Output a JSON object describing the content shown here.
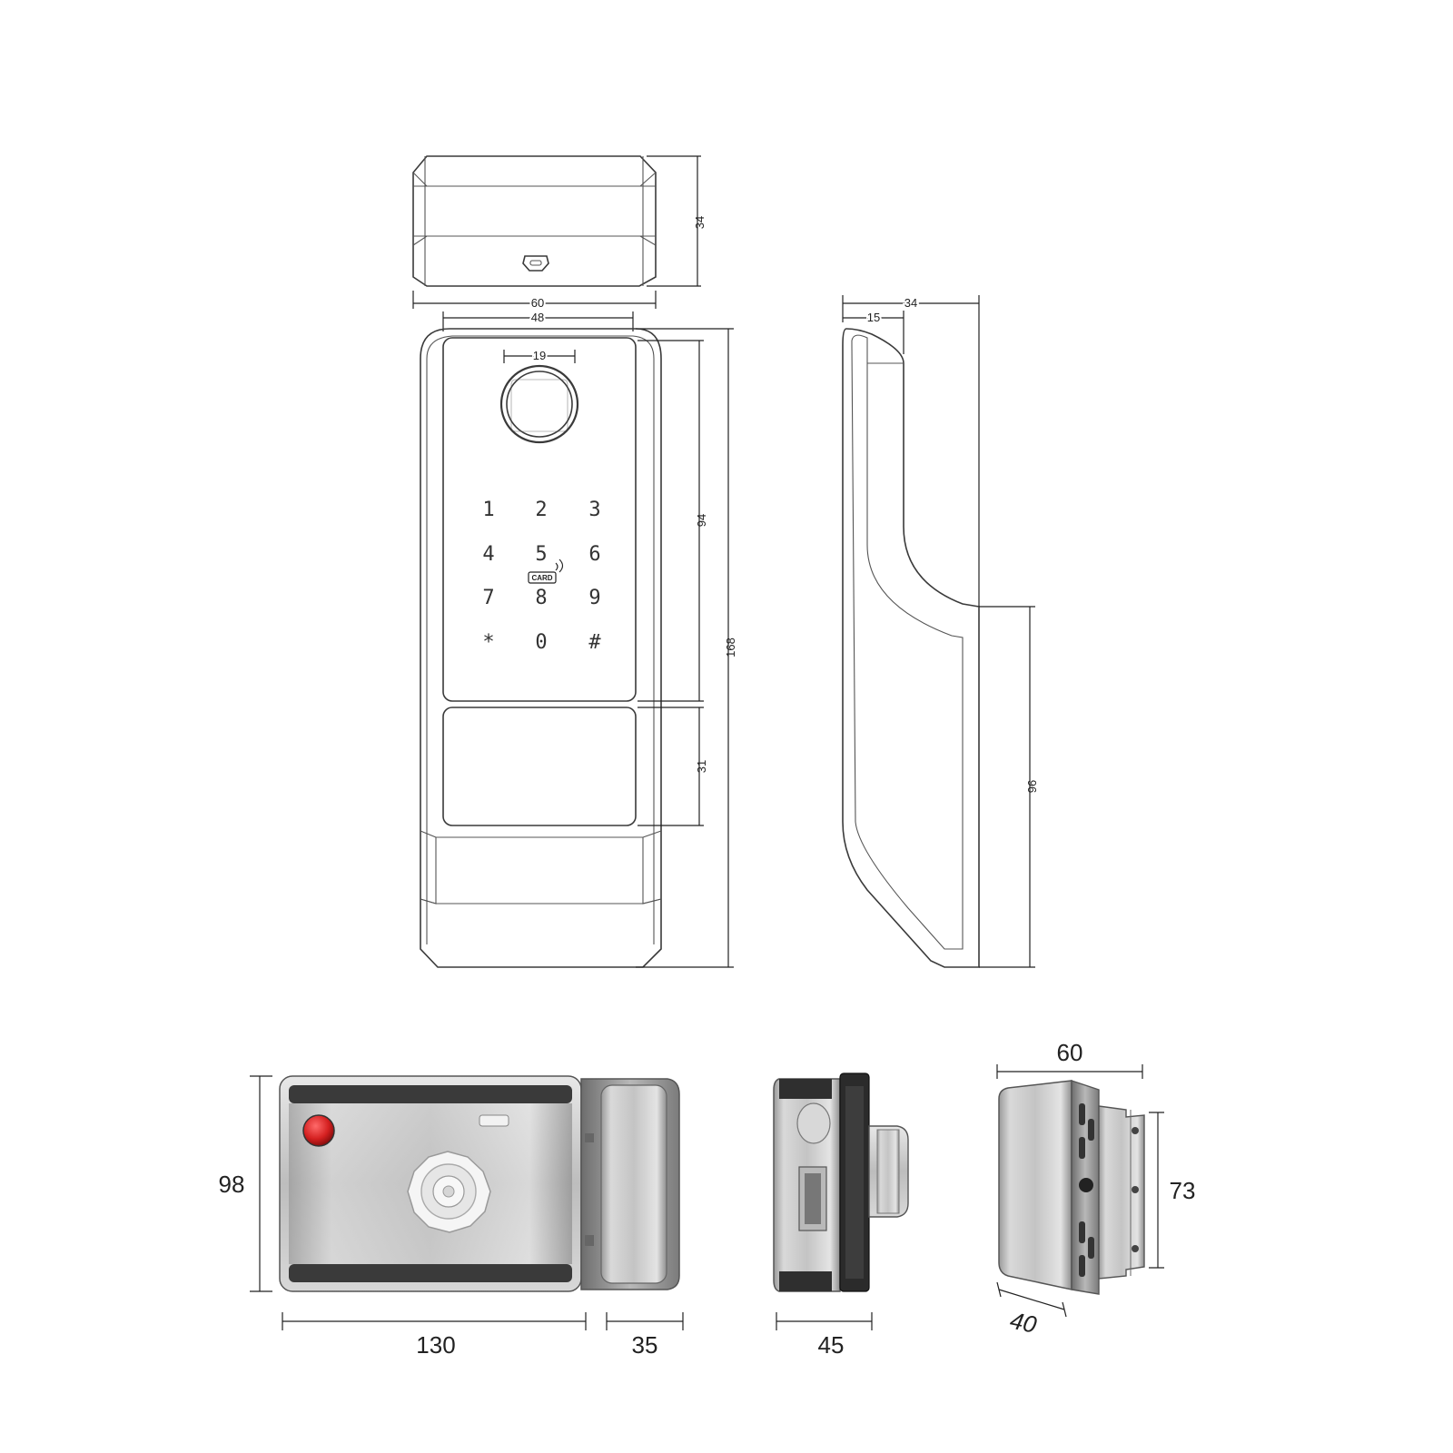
{
  "dimensions": {
    "cover_height": "34",
    "cover_width": "60",
    "panel_inner_width": "48",
    "fingerprint_diameter": "19",
    "keypad_height": "94",
    "overall_height": "168",
    "handle_height": "31",
    "side_depth": "34",
    "side_front_depth": "15",
    "side_lower_height": "96",
    "lock_height": "98",
    "lock_body_width": "130",
    "lock_knob_depth": "35",
    "lock_side_width": "45",
    "bracket_width": "60",
    "bracket_height": "73",
    "bracket_depth": "40"
  },
  "keypad": {
    "keys": [
      "1",
      "2",
      "3",
      "4",
      "5",
      "6",
      "7",
      "8",
      "9",
      "*",
      "0",
      "#"
    ],
    "card_label": "CARD"
  },
  "colors": {
    "line": "#3a3a3a",
    "steel_light": "#e6e6e6",
    "steel_dark": "#8a8a8a",
    "red_button": "#d42020"
  }
}
